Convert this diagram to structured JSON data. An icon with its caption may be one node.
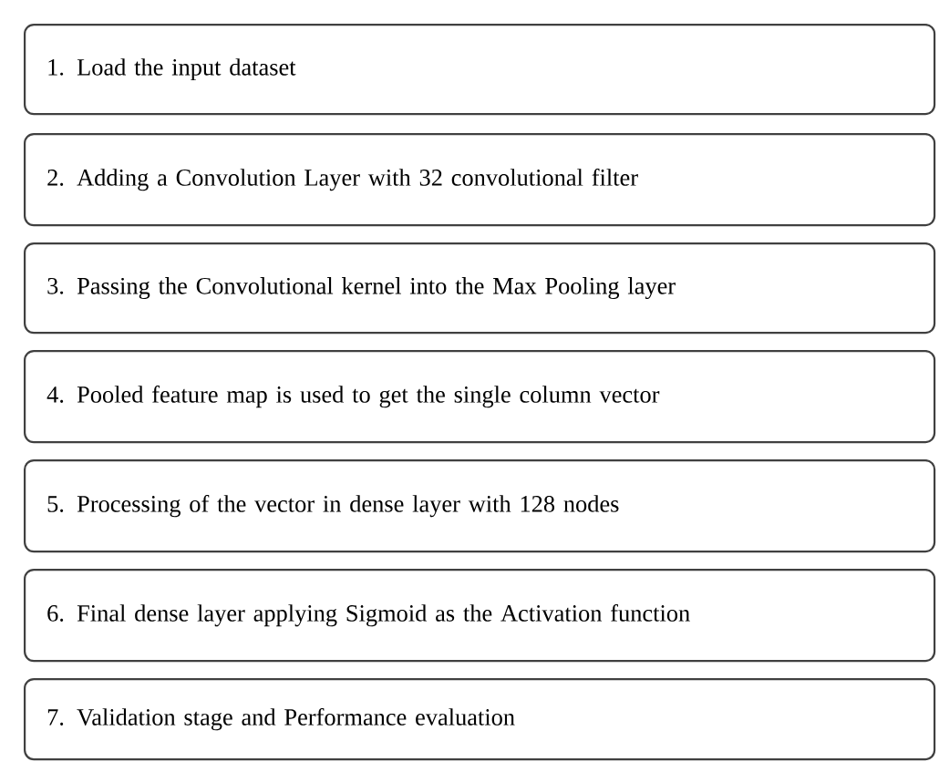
{
  "diagram": {
    "nodes": [
      {
        "text": [
          "1. Load the input dataset"
        ]
      },
      {
        "text": [
          "2. Adding a Convolution Layer with 32 convolutional filter"
        ]
      },
      {
        "text": [
          "3. Passing the Convolutional kernel into the Max Pooling layer"
        ]
      },
      {
        "text": [
          "4. Pooled feature map is used to get the single column vector"
        ]
      },
      {
        "text": [
          "5. Processing of the vector in dense layer with 128 nodes"
        ]
      },
      {
        "text": [
          "6. Final dense layer applying Sigmoid as the Activation function"
        ]
      },
      {
        "text": [
          "7. Validation stage and Performance evaluation"
        ]
      }
    ]
  }
}
